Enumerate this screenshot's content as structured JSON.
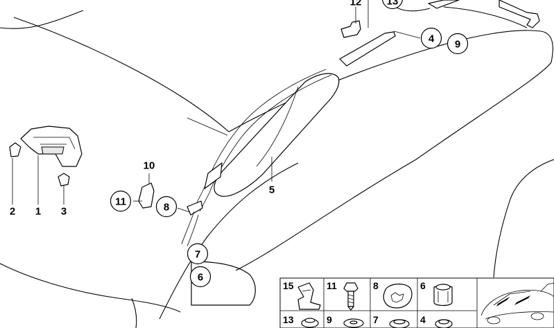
{
  "callouts": [
    {
      "id": "c4",
      "label": "4"
    },
    {
      "id": "c9",
      "label": "9"
    },
    {
      "id": "c13",
      "label": "13"
    },
    {
      "id": "c11",
      "label": "11"
    },
    {
      "id": "c8",
      "label": "8"
    },
    {
      "id": "c7",
      "label": "7"
    },
    {
      "id": "c6",
      "label": "6"
    }
  ],
  "labels": [
    {
      "id": "l12",
      "label": "12"
    },
    {
      "id": "l10",
      "label": "10"
    },
    {
      "id": "l5",
      "label": "5"
    },
    {
      "id": "l2",
      "label": "2"
    },
    {
      "id": "l1",
      "label": "1"
    },
    {
      "id": "l3",
      "label": "3"
    }
  ],
  "parts_grid": {
    "row1": [
      "15",
      "11",
      "8",
      "6"
    ],
    "row2": [
      "13",
      "9",
      "7",
      "4"
    ]
  }
}
